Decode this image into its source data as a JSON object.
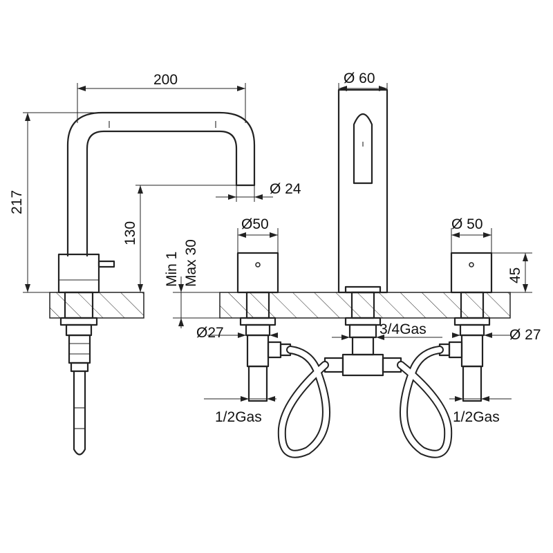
{
  "dimensions": {
    "spout_reach": "200",
    "spout_diameter": "Ø 60",
    "outlet_diameter": "Ø 24",
    "total_height": "217",
    "outlet_height": "130",
    "handle_diameter_left": "Ø50",
    "handle_diameter_right": "Ø 50",
    "deck_min": "Min 1",
    "deck_max": "Max 30",
    "handle_height": "45",
    "shank_diameter_left": "Ø27",
    "shank_diameter_right": "Ø 27",
    "main_connection": "3/4Gas",
    "supply_left": "1/2Gas",
    "supply_right": "1/2Gas"
  }
}
